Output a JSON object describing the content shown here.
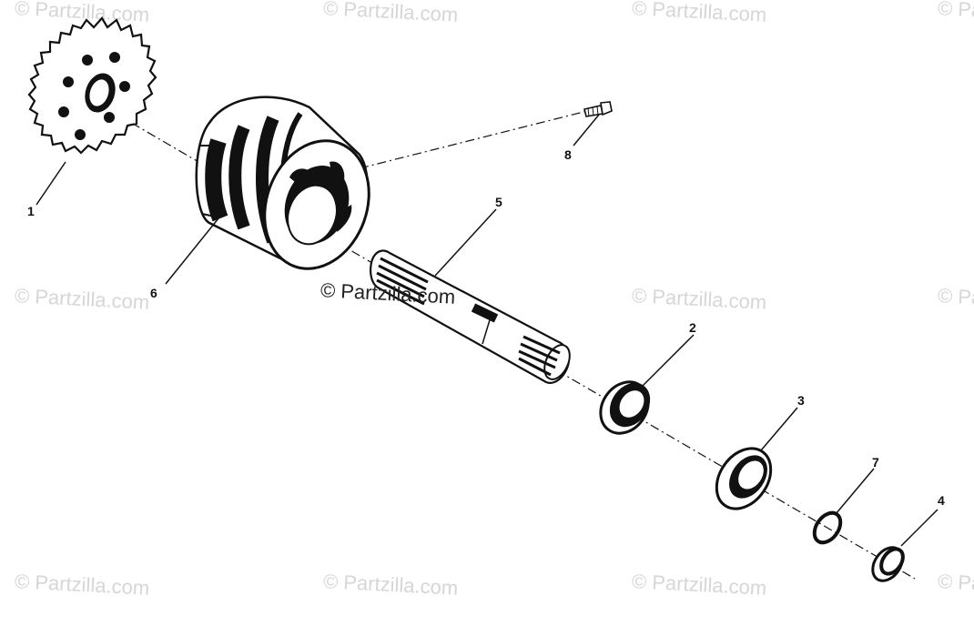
{
  "watermark": "© Partzilla.com",
  "callouts": [
    {
      "id": "1",
      "text": "1"
    },
    {
      "id": "2",
      "text": "2"
    },
    {
      "id": "3",
      "text": "3"
    },
    {
      "id": "4",
      "text": "4"
    },
    {
      "id": "5",
      "text": "5"
    },
    {
      "id": "6",
      "text": "6"
    },
    {
      "id": "7",
      "text": "7"
    },
    {
      "id": "8",
      "text": "8"
    }
  ]
}
